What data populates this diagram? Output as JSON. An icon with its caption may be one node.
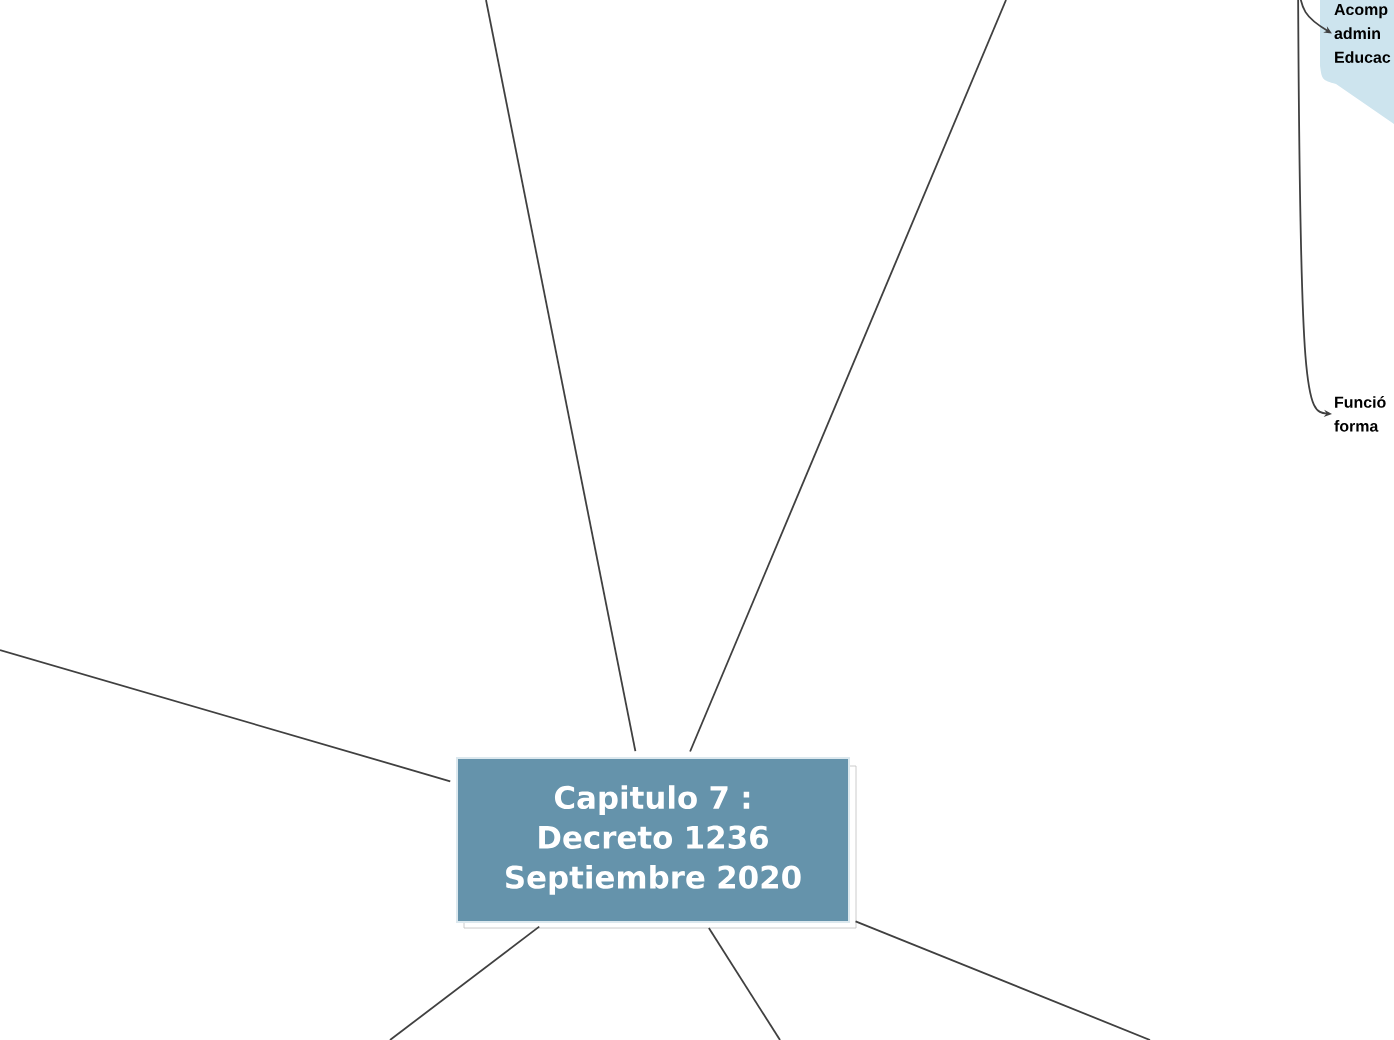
{
  "diagram": {
    "nodes": [
      {
        "text": [
          "Capitulo 7 : Decreto 1236 Septiembre 2020"
        ]
      },
      {
        "text": [
          "Acomp admin Educac"
        ]
      },
      {
        "text": [
          "Funció forma"
        ]
      }
    ],
    "edges": [
      {
        "from": 0,
        "to": null,
        "arrow": "none"
      },
      {
        "from": 0,
        "to": null,
        "arrow": "none"
      },
      {
        "from": 0,
        "to": null,
        "arrow": "none"
      },
      {
        "from": 0,
        "to": null,
        "arrow": "none"
      },
      {
        "from": 0,
        "to": null,
        "arrow": "none"
      },
      {
        "from": 0,
        "to": null,
        "arrow": "none"
      },
      {
        "from": null,
        "to": 1,
        "arrow": "to"
      },
      {
        "from": null,
        "to": 2,
        "arrow": "to"
      }
    ]
  }
}
